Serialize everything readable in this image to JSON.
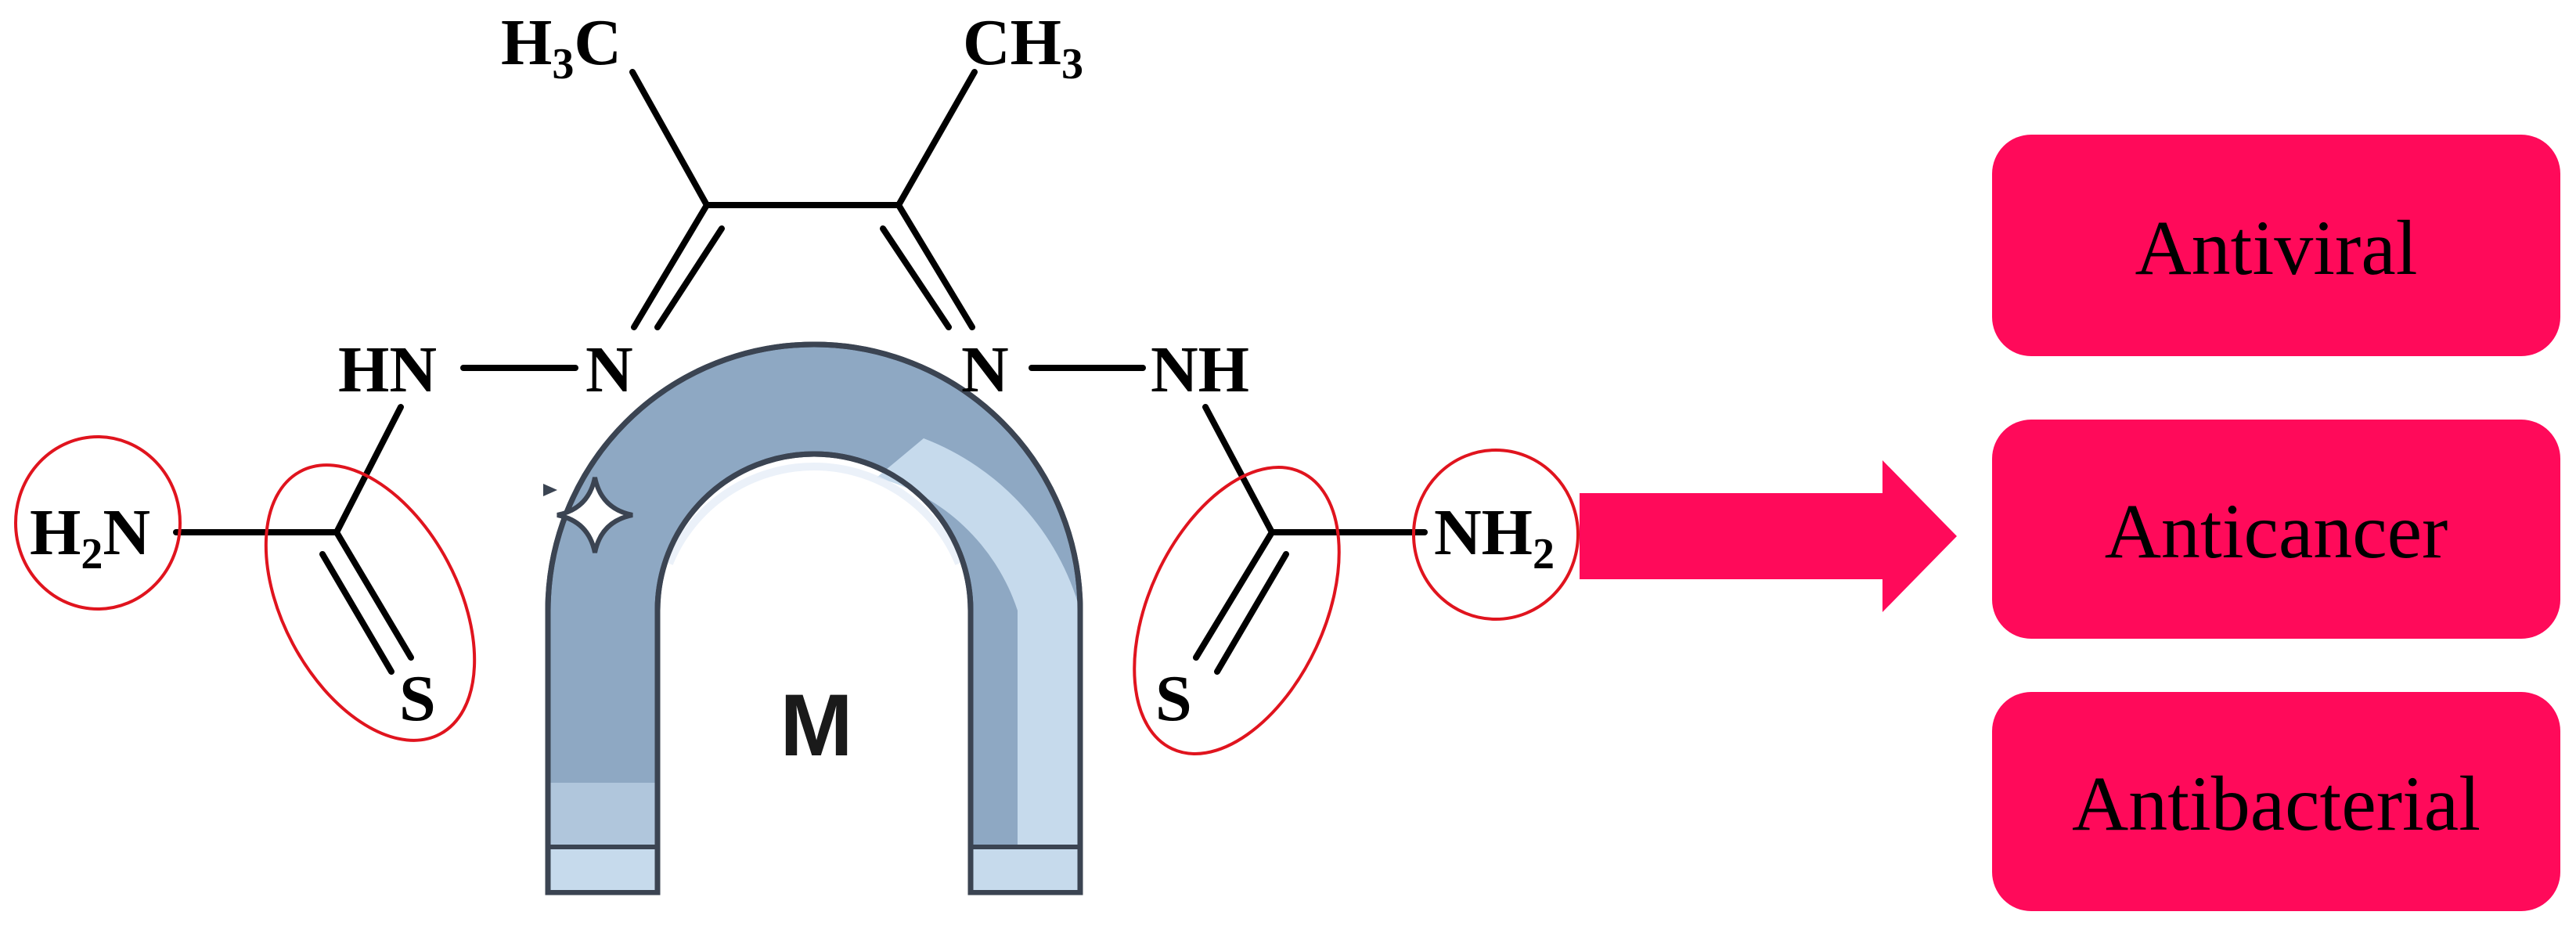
{
  "molecule": {
    "methyl_left": {
      "main": "H",
      "sub": "3",
      "tail": "C"
    },
    "methyl_right": {
      "main": "CH",
      "sub": "3"
    },
    "hn_left": "HN",
    "n_left": "N",
    "n_right": "N",
    "nh_right": "NH",
    "amine_left": {
      "main": "H",
      "sub": "2",
      "tail": "N"
    },
    "amine_right": {
      "main": "NH",
      "sub": "2"
    },
    "s_left": "S",
    "s_right": "S"
  },
  "metal_label": "M",
  "activities": [
    {
      "label": "Antiviral"
    },
    {
      "label": "Anticancer"
    },
    {
      "label": "Antibacterial"
    }
  ],
  "colors": {
    "accent": "#ff0a5a",
    "highlight": "#e0141e",
    "magnet_dark": "#8ea8c3",
    "magnet_light": "#c6daec",
    "magnet_outline": "#3b4452"
  }
}
